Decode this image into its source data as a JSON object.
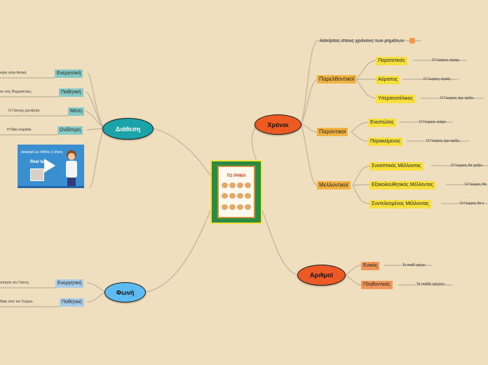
{
  "central": {
    "title": "ΤΟ ΡΗΜΑ"
  },
  "branches": {
    "xronoi": {
      "label": "Χρόνοι",
      "exercises": "Ασκήσεις στους χρόνους των ρημάτων",
      "parelthontikoi": {
        "label": "Παρελθοντικοί",
        "items": [
          {
            "label": "Παρατατικός",
            "example": "Ο Γιώργος έτρεχε."
          },
          {
            "label": "Αόριστος",
            "example": "Ο Γιώργος έτρεξε."
          },
          {
            "label": "Υπερσυντέλικος",
            "example": "Ο Γιώργος είχε τρέξει."
          }
        ]
      },
      "parontikoi": {
        "label": "Παροντικοί",
        "items": [
          {
            "label": "Ενεστώτας",
            "example": "Ο Γιώργος τρέχει."
          },
          {
            "label": "Παρακείμενος",
            "example": "Ο Γιώργος έχει τρέξει."
          }
        ]
      },
      "mellontikoi": {
        "label": "Μελλοντικοί",
        "items": [
          {
            "label": "Συνοπτικός Μέλλοντας",
            "example": "Ο Γιώργος θα τρέξει."
          },
          {
            "label": "Εξακολουθητικός Μέλλοντας",
            "example": "Ο Γιώργος θα"
          },
          {
            "label": "Συντελεσμένος Μέλλοντας",
            "example": "Ο Γιώργος θα έ"
          }
        ]
      }
    },
    "diathesi": {
      "label": "Διάθεση",
      "items": [
        {
          "label": "Ενεργητική",
          "example": "νησε στην Αττική."
        },
        {
          "label": "Παθητική",
          "example": "αν στις Θερμοπύλες."
        },
        {
          "label": "Μέση",
          "example": "Ο Γιάννης χτενίζεται."
        },
        {
          "label": "Ουδέτερη",
          "example": "Η Νίκη κοιμάται."
        }
      ],
      "video_caption": "Διαφορά με πάθος ή λόγος",
      "video_label": "Real talk"
    },
    "fwni": {
      "label": "Φωνή",
      "items": [
        {
          "label": "Ενεργητική",
          "example": "τύπησε τον Γιάννη."
        },
        {
          "label": "Παθητική",
          "example": "θηκε από τον Γιώργο."
        }
      ]
    },
    "arithmoi": {
      "label": "Αριθμοί",
      "items": [
        {
          "label": "Ενικός",
          "example": "Το παιδί τρέχει."
        },
        {
          "label": "Πληθυντικός",
          "example": "Τα παιδιά τρέχουν."
        }
      ]
    }
  },
  "colors": {
    "background": "#f0dfbf",
    "xronoi": "#ed5b22",
    "diathesi": "#1aa3a8",
    "fwni": "#5cbcf1",
    "arithmoi": "#ee5a26",
    "link": "#c4b8a3",
    "central_frame": "#2e8a3e"
  }
}
